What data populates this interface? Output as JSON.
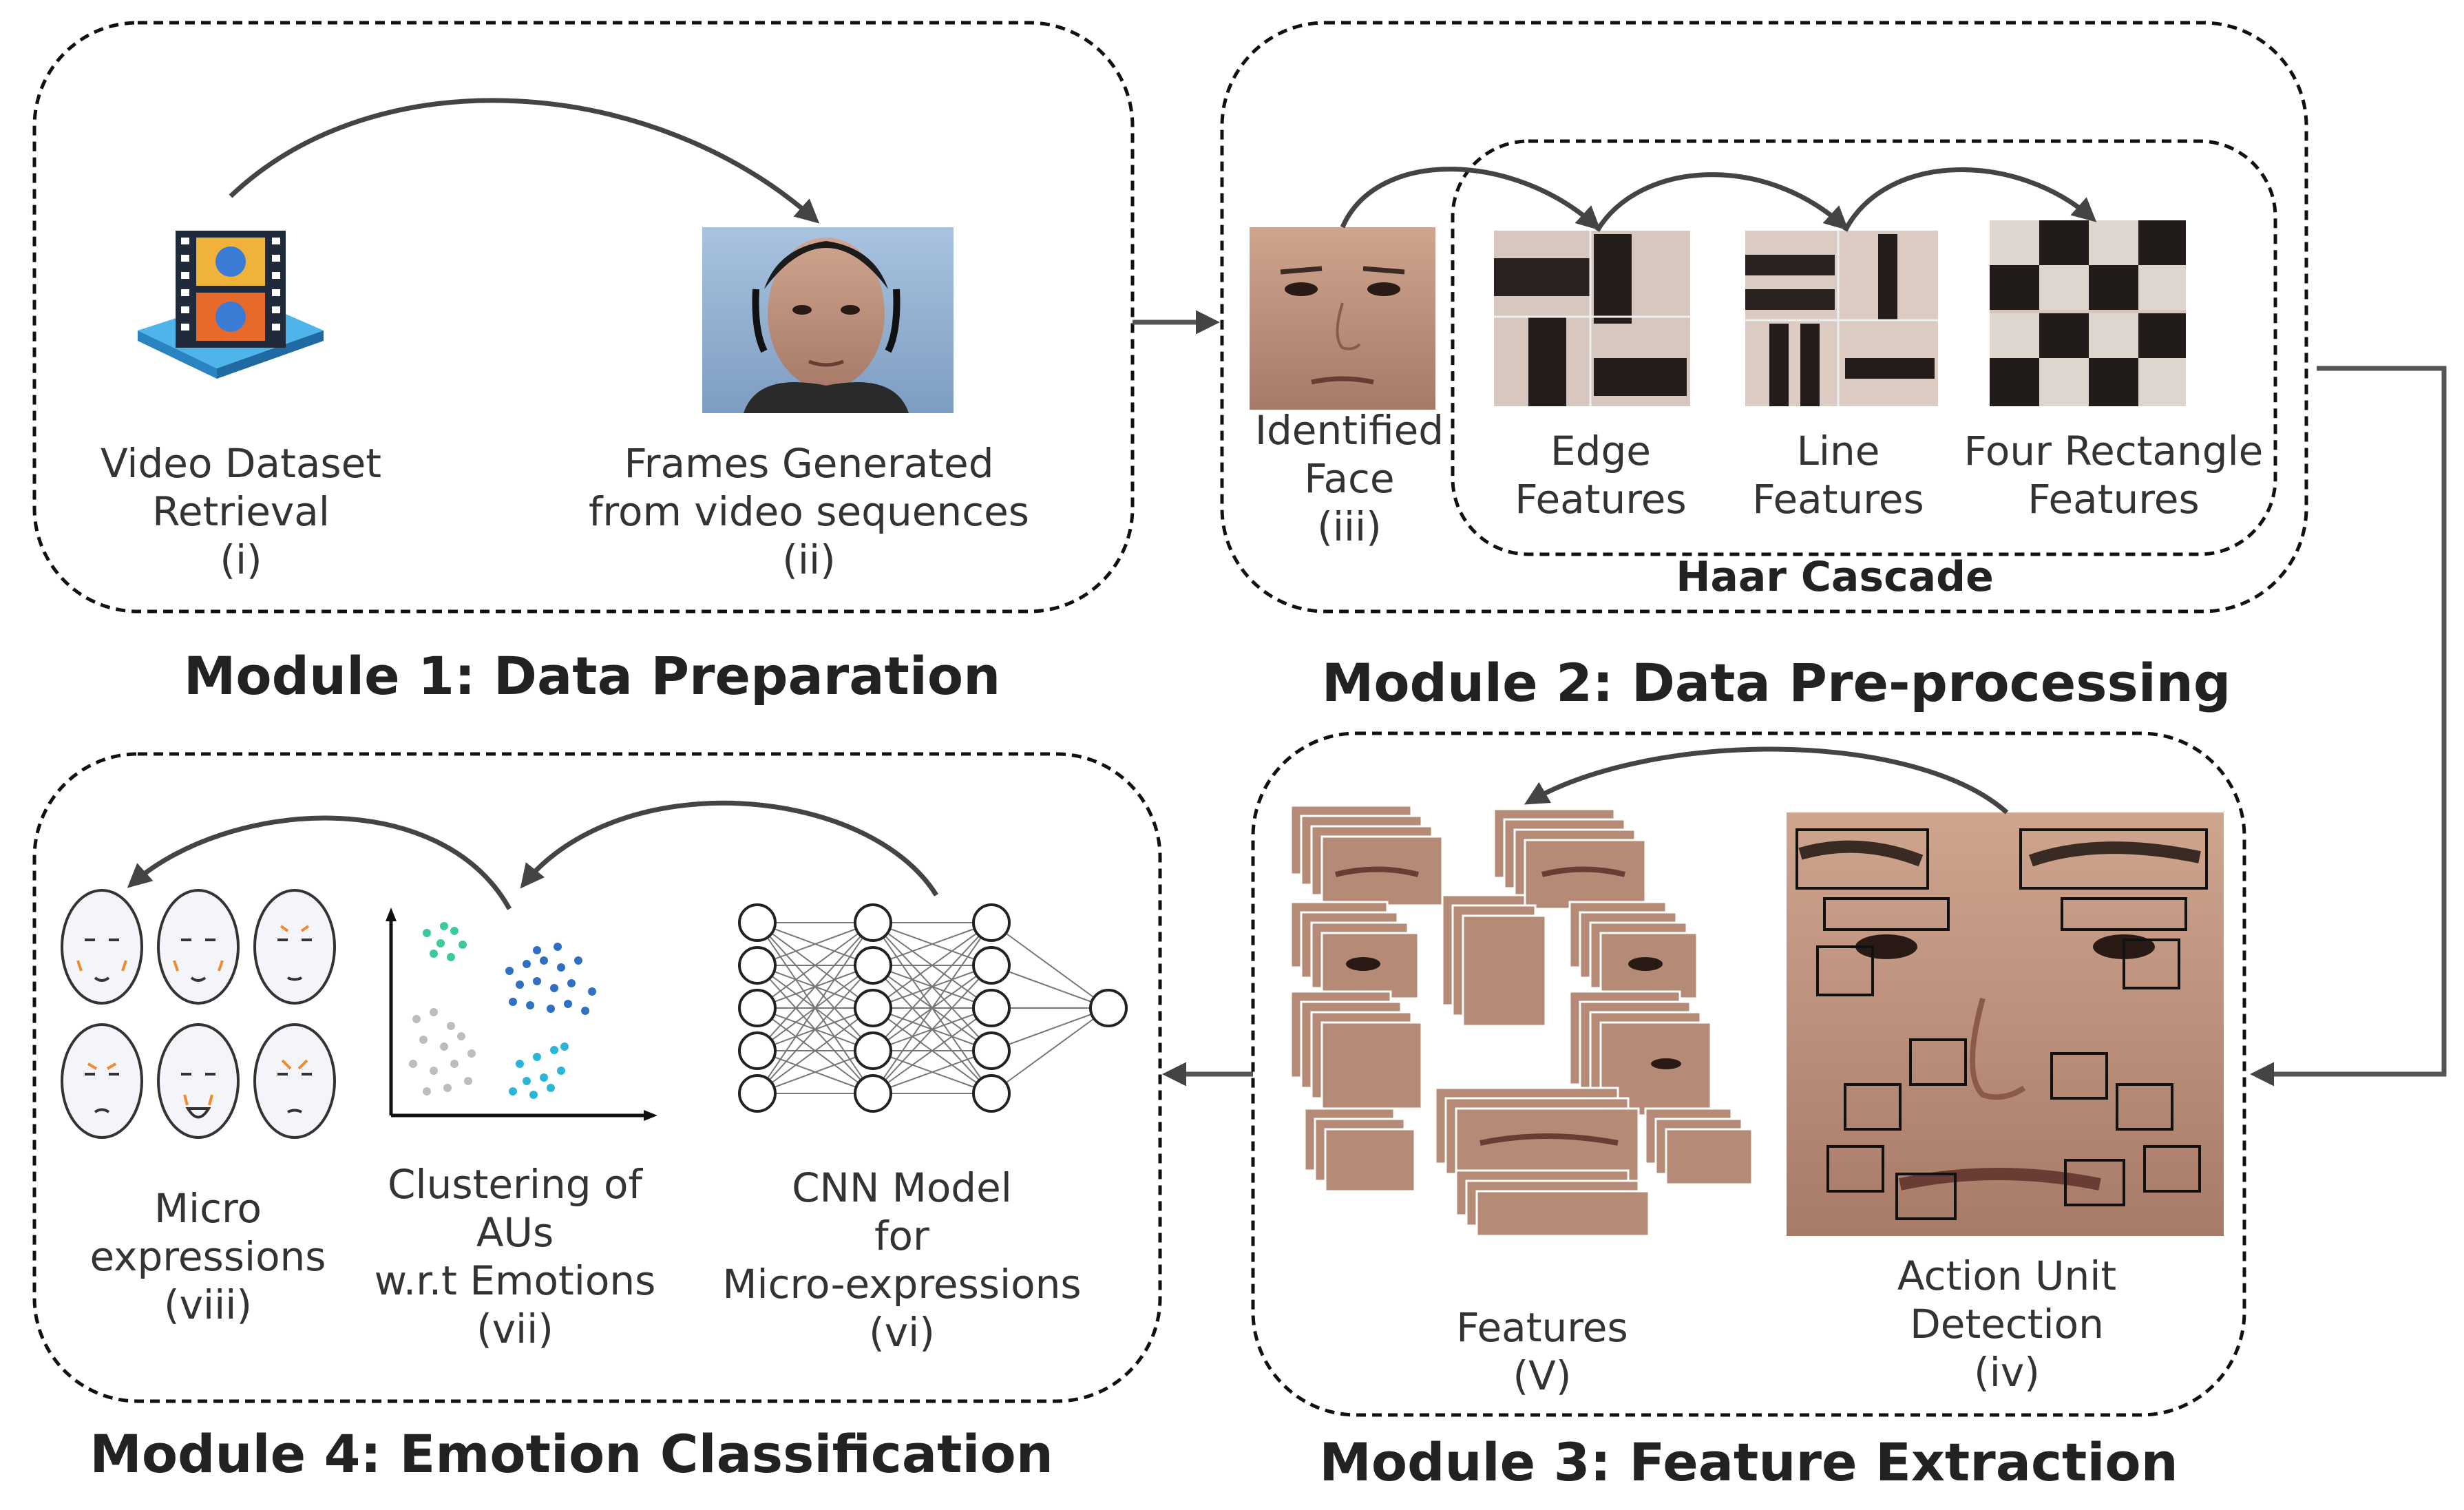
{
  "modules": {
    "m1": {
      "title": "Module 1: Data Preparation",
      "item1": {
        "line1": "Video Dataset",
        "line2": "Retrieval",
        "num": "(i)"
      },
      "item2": {
        "line1": "Frames Generated",
        "line2": "from video sequences",
        "num": "(ii)"
      }
    },
    "m2": {
      "title": "Module 2: Data Pre-processing",
      "item1": {
        "line1": "Identified",
        "line2": "Face",
        "num": "(iii)"
      },
      "edge": {
        "line1": "Edge",
        "line2": "Features"
      },
      "line": {
        "line1": "Line",
        "line2": "Features"
      },
      "four": {
        "line1": "Four Rectangle",
        "line2": "Features"
      },
      "group_label": "Haar Cascade"
    },
    "m3": {
      "title": "Module 3: Feature Extraction",
      "features": {
        "line1": "Features",
        "num": "(V)"
      },
      "au": {
        "line1": "Action Unit",
        "line2": "Detection",
        "num": "(iv)"
      }
    },
    "m4": {
      "title": "Module 4: Emotion Classification",
      "micro": {
        "line1": "Micro",
        "line2": "expressions",
        "num": "(viii)"
      },
      "cluster": {
        "line1": "Clustering of",
        "line2": "AUs",
        "line3": "w.r.t Emotions",
        "num": "(vii)"
      },
      "cnn": {
        "line1": "CNN Model",
        "line2": "for",
        "line3": "Micro-expressions",
        "num": "(vi)"
      }
    }
  },
  "icons": {
    "video": "video-file-icon",
    "frame": "face-frame-image",
    "face": "identified-face-image",
    "neural_net": "neural-network-diagram",
    "scatter": "scatter-cluster-plot",
    "emoji_faces": "expression-face-sketches"
  },
  "colors": {
    "cluster_green": "#3cc9a0",
    "cluster_blue": "#2f6fc4",
    "cluster_gray": "#bdbdbd",
    "cluster_cyan": "#2bb5d8",
    "face_orange": "#f08a2a",
    "skin": "#c79a86"
  }
}
